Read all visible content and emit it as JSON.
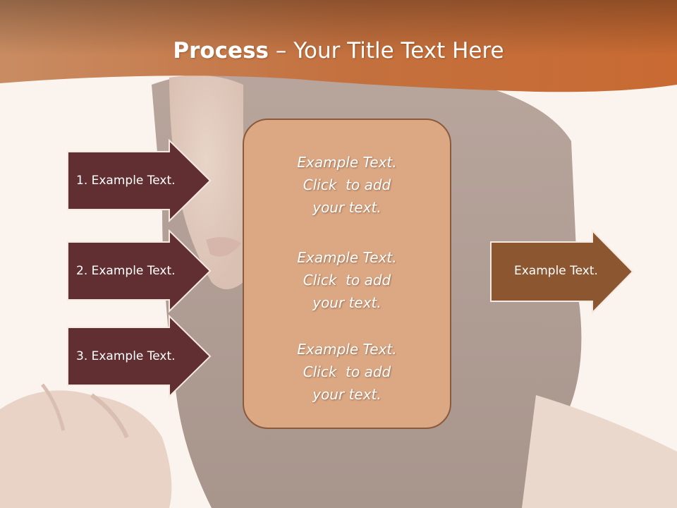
{
  "title": {
    "bold": "Process",
    "rest": " – Your Title Text Here"
  },
  "left_arrows": [
    {
      "label": "1. Example Text."
    },
    {
      "label": "2. Example Text."
    },
    {
      "label": "3. Example Text."
    }
  ],
  "center_blocks": [
    {
      "lines": [
        "Example Text.",
        "Click  to add",
        "your text."
      ]
    },
    {
      "lines": [
        "Example Text.",
        "Click  to add",
        "your text."
      ]
    },
    {
      "lines": [
        "Example Text.",
        "Click  to add",
        "your text."
      ]
    }
  ],
  "right_arrow": {
    "label": "Example Text."
  },
  "colors": {
    "header": "#c87a45",
    "left_arrow_fill": "#612f32",
    "right_arrow_fill": "#8c5730",
    "center_fill": "#dca884",
    "text": "#ffffff"
  }
}
